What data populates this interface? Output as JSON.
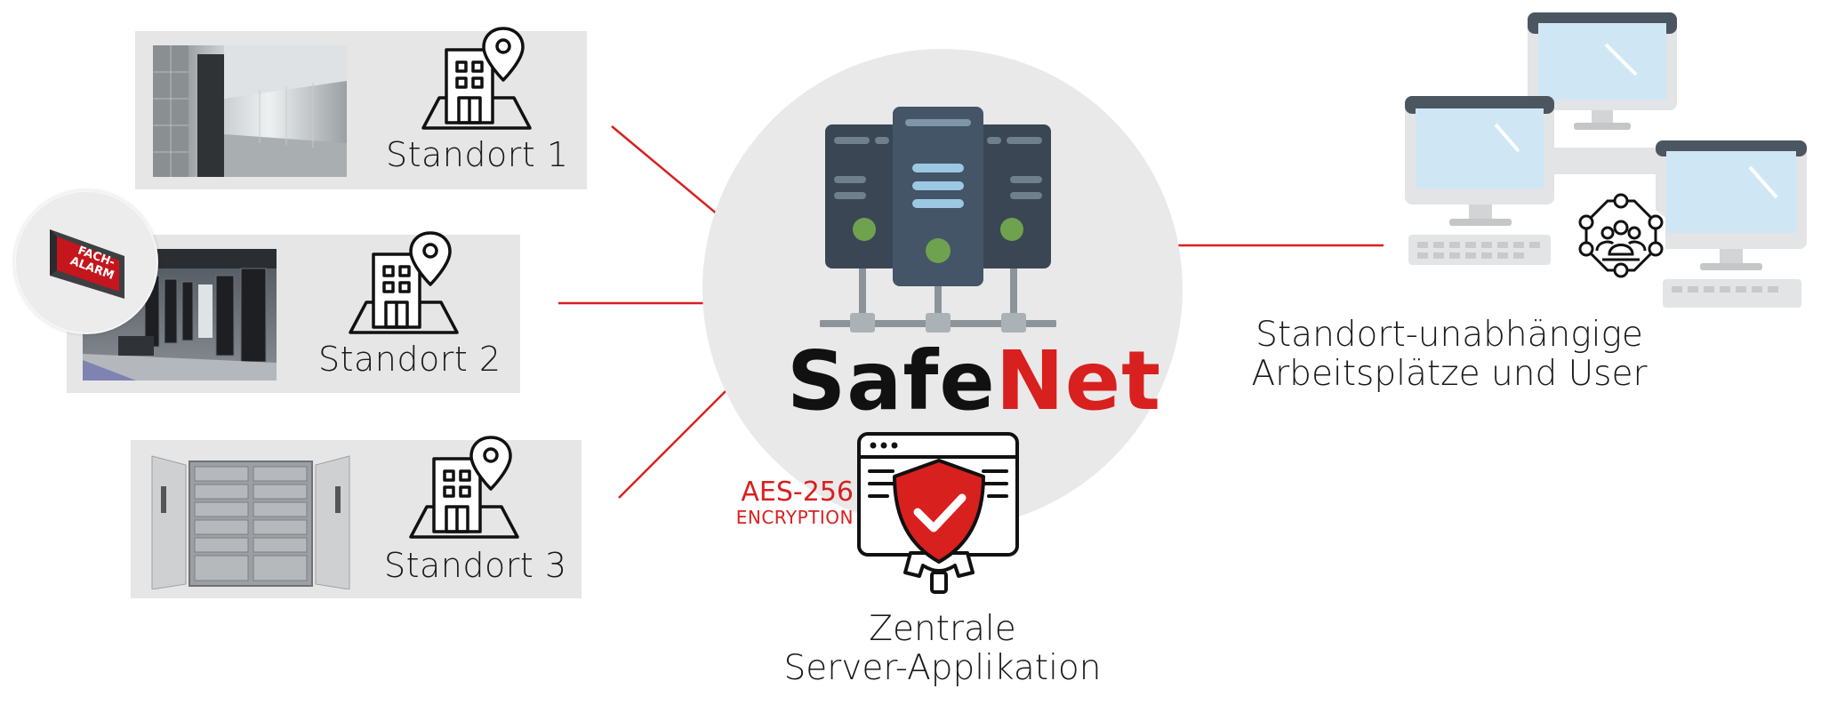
{
  "sites": [
    {
      "label": "Standort 1"
    },
    {
      "label": "Standort 2"
    },
    {
      "label": "Standort 3"
    }
  ],
  "alarm_badge": {
    "line1": "FACH-",
    "line2": "ALARM"
  },
  "hub": {
    "brand_part1": "Safe",
    "brand_part2": "Net"
  },
  "encryption": {
    "line1": "AES-256",
    "line2": "ENCRYPTION"
  },
  "server_caption": {
    "line1": "Zentrale",
    "line2": "Server-Applikation"
  },
  "workstations_caption": {
    "line1": "Standort-unabhängige",
    "line2": "Arbeitsplätze und User"
  },
  "colors": {
    "accent_red": "#d8201f",
    "panel_gray": "#e6e6e6",
    "hub_gray": "#e9e9e9",
    "server_dark": "#3d4a58",
    "server_led": "#6fa24f",
    "monitor_screen": "#cfe6f5"
  },
  "icons": [
    "building-location-icon",
    "server-rack-icon",
    "network-icon",
    "shield-check-icon",
    "gear-icon",
    "desktop-computer-icon",
    "user-group-network-icon",
    "alarm-device-icon"
  ]
}
